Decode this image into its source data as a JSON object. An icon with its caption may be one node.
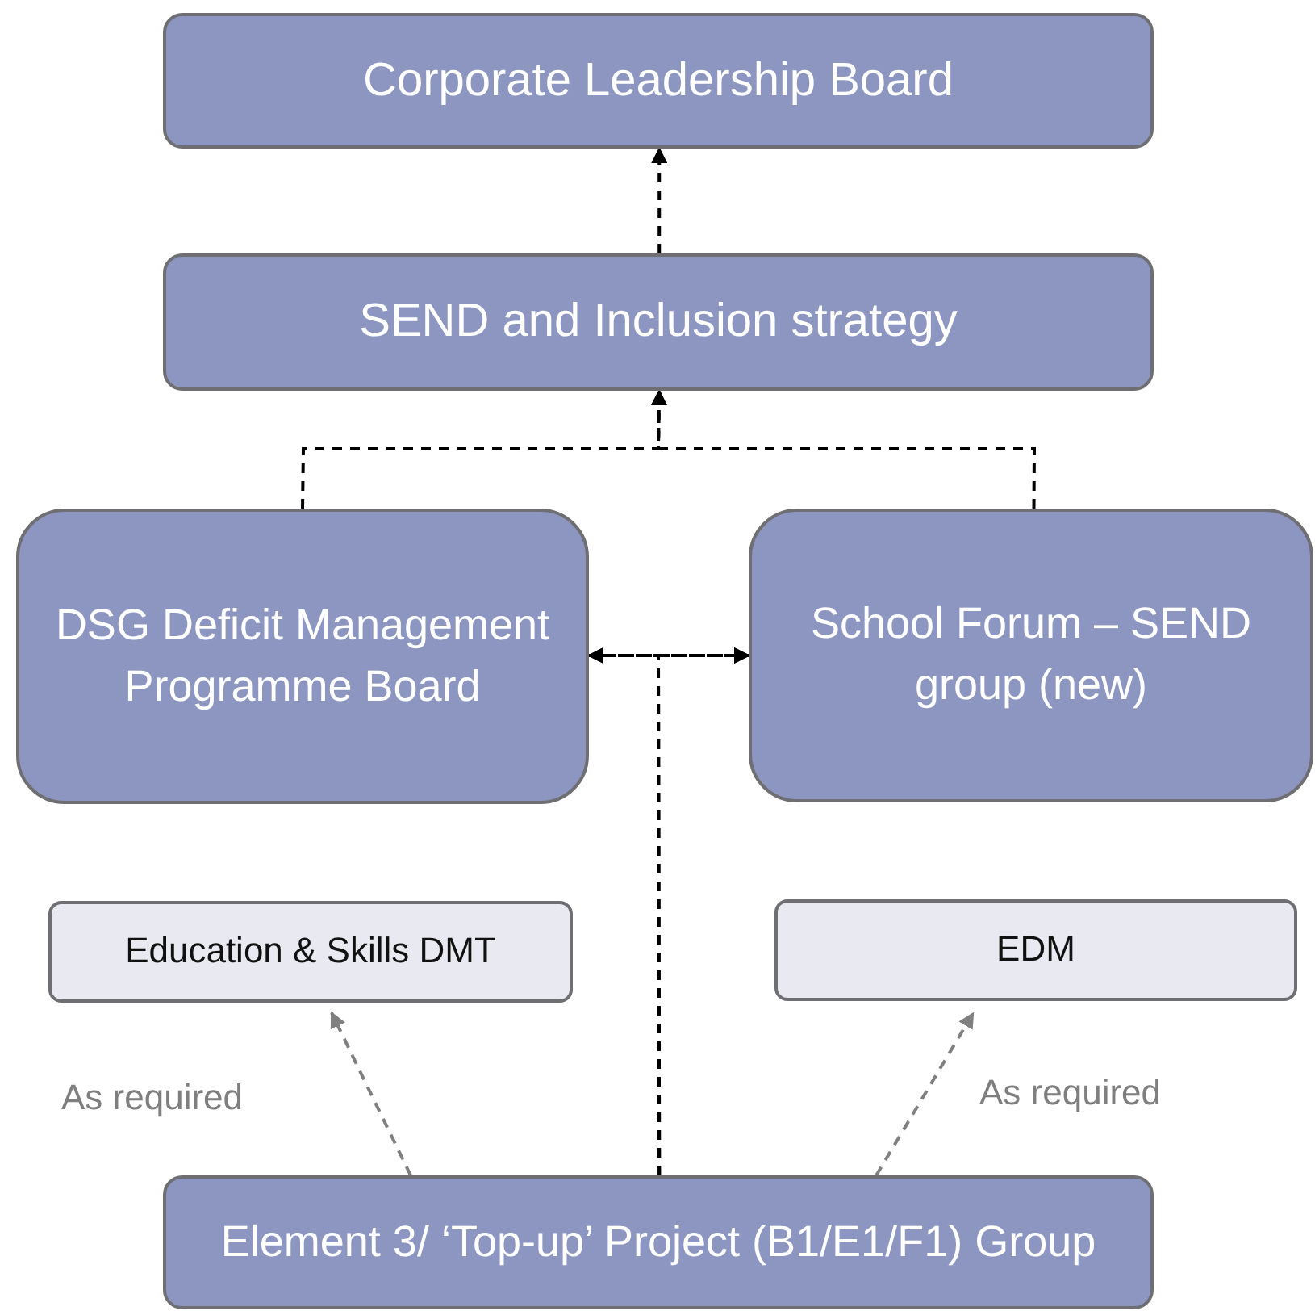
{
  "diagram": {
    "nodes": [
      {
        "text": [
          "Corporate Leadership Board"
        ]
      },
      {
        "text": [
          "SEND and Inclusion strategy"
        ]
      },
      {
        "text": [
          "DSG Deficit Management Programme Board"
        ]
      },
      {
        "text": [
          "School Forum – SEND group (new)"
        ]
      },
      {
        "text": [
          "Education & Skills DMT"
        ]
      },
      {
        "text": [
          "EDM"
        ]
      },
      {
        "text": [
          "Element 3/ ‘Top-up’ Project (B1/E1/F1) Group"
        ]
      }
    ],
    "edges": [
      {
        "from": 1,
        "to": 0,
        "arrow": "to",
        "style": "dashed"
      },
      {
        "from": 2,
        "to": 1,
        "arrow": "to",
        "style": "dashed"
      },
      {
        "from": 3,
        "to": 1,
        "arrow": "to",
        "style": "dashed"
      },
      {
        "from": 2,
        "to": 3,
        "arrow": "both",
        "style": "dashed"
      },
      {
        "from": 6,
        "to": 2,
        "arrow": "to",
        "style": "dashed"
      },
      {
        "from": 6,
        "to": 3,
        "arrow": "to",
        "style": "dashed"
      },
      {
        "from": 6,
        "to": 4,
        "arrow": "to",
        "style": "dashed",
        "color": "#808080",
        "label": "As required"
      },
      {
        "from": 6,
        "to": 5,
        "arrow": "to",
        "style": "dashed",
        "color": "#808080",
        "label": "As required"
      }
    ]
  }
}
